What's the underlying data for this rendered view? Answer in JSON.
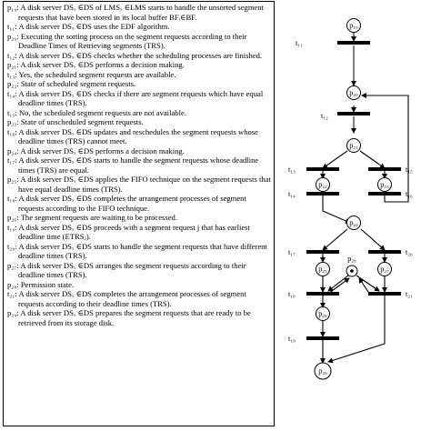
{
  "legend": [
    {
      "code": "p₁₉:",
      "text": "A disk server DSₓ ∈DS of LMSₓ ∈LMS starts to handle the unsorted segment requests that have been stored in its local buffer BFᵢ∈BF."
    },
    {
      "code": "t₁₁:",
      "text": "A disk server DSₓ ∈DS uses the EDF algorithm."
    },
    {
      "code": "p₂₀:",
      "text": "Executing the sorting process on the segment requests according to their Deadline Times of Retrieving segments (TRS)."
    },
    {
      "code": "t₁₂:",
      "text": "A disk server DSₓ ∈DS checks whether the scheduling processes are finished."
    },
    {
      "code": "p₂₁:",
      "text": "A disk server DSₓ ∈DS performs a decision making."
    },
    {
      "code": "t₁₃:",
      "text": "Yes, the scheduled segment requests are available."
    },
    {
      "code": "p₂₂:",
      "text": "State of scheduled segment requests."
    },
    {
      "code": "t₁₄:",
      "text": "A disk server DSₓ ∈DS checks if there are segment requests which have equal deadline times (TRS)."
    },
    {
      "code": "t₁₅:",
      "text": "No, the scheduled segment requests are not available."
    },
    {
      "code": "p₂₃:",
      "text": "State of unscheduled segment requests."
    },
    {
      "code": "t₁₆:",
      "text": "A disk server DSₓ ∈DS updates and reschedules the segment requests whose deadline times (TRS) cannot meet."
    },
    {
      "code": "p₂₄:",
      "text": "A disk server DSₓ ∈DS performs a decision making."
    },
    {
      "code": "t₁₇:",
      "text": "A disk server DSₓ ∈DS starts to handle the segment requests whose deadline times (TRS) are equal."
    },
    {
      "code": "p₂₅:",
      "text": "A disk server DSₓ ∈DS applies the FIFO technique on the segment requests that have equal deadline times (TRS)."
    },
    {
      "code": "t₁₈:",
      "text": "A disk server DSₓ ∈DS completes the arrangement processes of segment requests according to the FIFO technique."
    },
    {
      "code": "p₂₆:",
      "text": "The segment requests are waiting to be processed."
    },
    {
      "code": "t₁₉:",
      "text": "A disk server DSₓ ∈DS proceeds with a segment request j that has earliest deadline time (ETRSⱼ)."
    },
    {
      "code": "t₂₀:",
      "text": "A disk server DSₓ ∈DS starts to handle the segment requests that have different deadline times (TRS)."
    },
    {
      "code": "p₂₇:",
      "text": "A disk server DSₓ ∈DS arranges the segment requests according to their deadline times (TRS)."
    },
    {
      "code": "p₂₈:",
      "text": "Permission state."
    },
    {
      "code": "t₂₁:",
      "text": "A disk server DSₓ ∈DS completes the arrangement processes of segment requests according to their deadline times (TRS)."
    },
    {
      "code": "p₂₉:",
      "text": "A disk server DSₓ ∈DS prepares the segment requests that are ready to be retrieved from its storage disk."
    }
  ],
  "net": {
    "places": {
      "p19": "p₁₉",
      "p20": "p₂₀",
      "p21": "p₂₁",
      "p22": "p₂₂",
      "p23": "p₂₃",
      "p24": "p₂₄",
      "p25": "p₂₅",
      "p26": "p₂₆",
      "p27": "p₂₇",
      "p28": "p₂₈",
      "p29": "p₂₉"
    },
    "transitions": {
      "t11": "t₁₁",
      "t12": "t₁₂",
      "t13": "t₁₃",
      "t14": "t₁₄",
      "t15": "t₁₅",
      "t16": "t₁₆",
      "t17": "t₁₇",
      "t18": "t₁₈",
      "t19": "t₁₉",
      "t20": "t₂₀",
      "t21": "t₂₁"
    }
  }
}
